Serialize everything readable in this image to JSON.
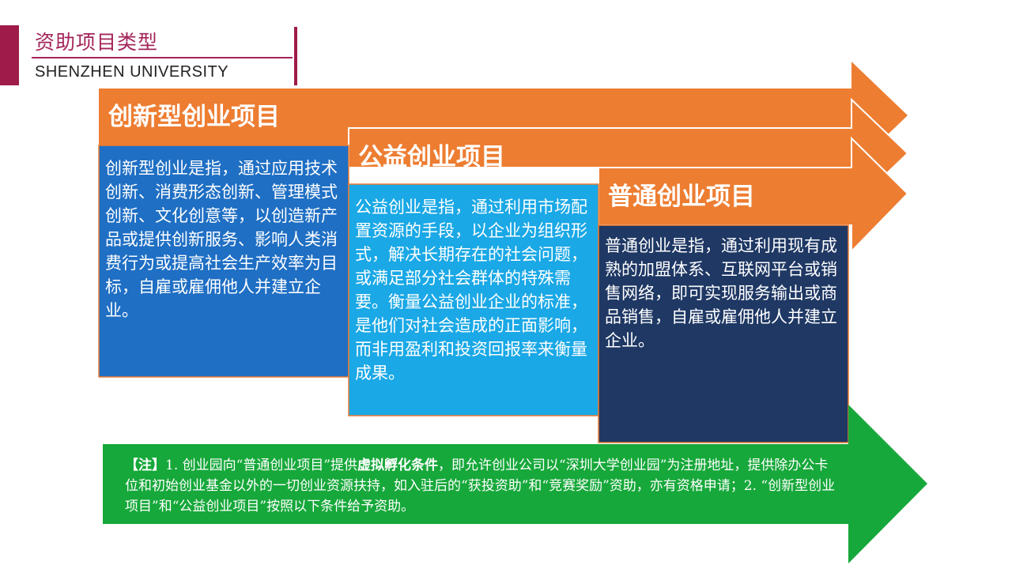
{
  "header": {
    "title": "资助项目类型",
    "subtitle": "SHENZHEN UNIVERSITY"
  },
  "colors": {
    "orange": "#ed7d31",
    "dark_blue": "#1f6fc4",
    "light_blue": "#1aa8e6",
    "navy": "#1f3864",
    "green": "#16a83a",
    "brand": "#9e1b4a"
  },
  "cards": [
    {
      "title": "创新型创业项目",
      "body": "创新型创业是指，通过应用技术创新、消费形态创新、管理模式创新、文化创意等，以创造新产品或提供创新服务、影响人类消费行为或提高社会生产效率为目标，自雇或雇佣他人并建立企业。"
    },
    {
      "title": "公益创业项目",
      "body": "公益创业是指，通过利用市场配置资源的手段，以企业为组织形式，解决长期存在的社会问题，或满足部分社会群体的特殊需要。衡量公益创业企业的标准，是他们对社会造成的正面影响，而非用盈利和投资回报率来衡量成果。"
    },
    {
      "title": "普通创业项目",
      "body": "普通创业是指，通过利用现有成熟的加盟体系、互联网平台或销售网络，即可实现服务输出或商品销售，自雇或雇佣他人并建立企业。"
    }
  ],
  "note": {
    "prefix": "【注】",
    "text_1": "1. 创业园向“普通创业项目”提供",
    "bold": "虚拟孵化条件",
    "text_2": "，即允许创业公司以“深圳大学创业园”为注册地址，提供除办公卡位和初始创业基金以外的一切创业资源扶持，如入驻后的“获投资助”和“竞赛奖励”资助，亦有资格申请；2. “创新型创业项目”和“公益创业项目”按照以下条件给予资助。"
  }
}
